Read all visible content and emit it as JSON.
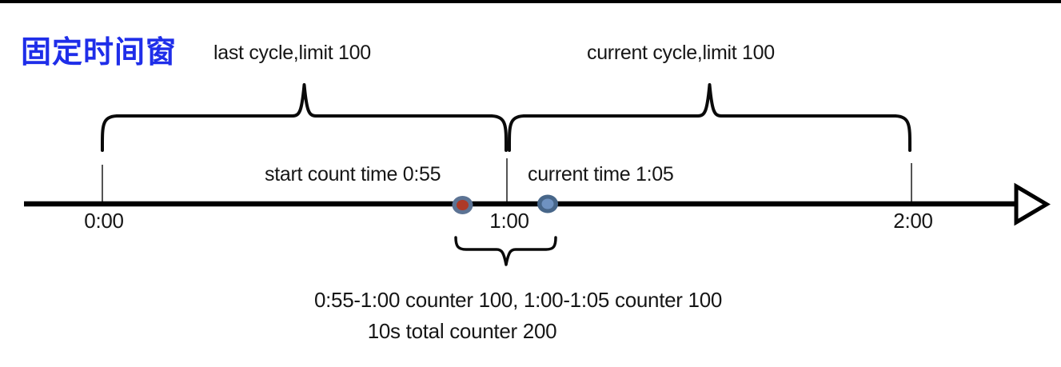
{
  "page": {
    "title": "固定时间窗"
  },
  "colors": {
    "title_blue": "#1f2ee9",
    "text": "#161616",
    "line_black": "#0a0a0a",
    "marker_ring_red": "#5c7394",
    "marker_fill_red": "#ae3a27",
    "marker_ring_blue": "#476689",
    "marker_fill_blue": "#6f92c1"
  },
  "cycles": [
    {
      "label": "last cycle,limit 100"
    },
    {
      "label": "current cycle,limit 100"
    }
  ],
  "markers": [
    {
      "label": "start count time 0:55"
    },
    {
      "label": "current time 1:05"
    }
  ],
  "axis": {
    "ticks": [
      "0:00",
      "1:00",
      "2:00"
    ]
  },
  "annotations": {
    "line1": "0:55-1:00 counter 100, 1:00-1:05 counter 100",
    "line2": "10s total counter 200"
  }
}
